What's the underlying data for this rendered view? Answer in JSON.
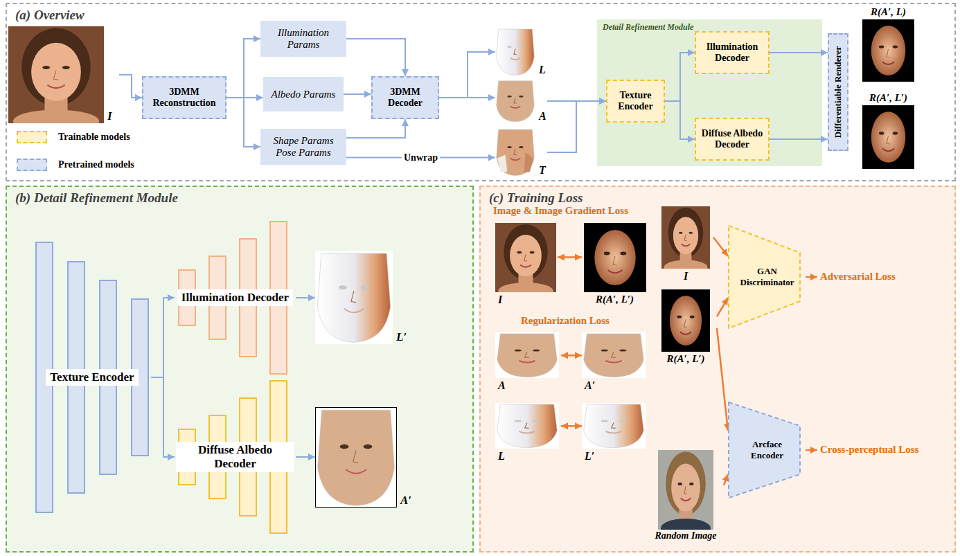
{
  "diagram": {
    "nodes": [
      {
        "text": [
          "(a) Overview"
        ]
      },
      {
        "text": [
          "I"
        ],
        "in": 0
      },
      {
        "text": [
          "3DMM Reconstruction"
        ],
        "in": 0
      },
      {
        "text": [
          "Illumination Params"
        ],
        "in": 0
      },
      {
        "text": [
          "Albedo Params"
        ],
        "in": 0
      },
      {
        "text": [
          "Shape Params Pose Params"
        ],
        "in": 0
      },
      {
        "text": [
          "3DMM Decoder"
        ],
        "in": 0
      },
      {
        "text": [
          "L"
        ],
        "in": 0
      },
      {
        "text": [
          "A"
        ],
        "in": 0
      },
      {
        "text": [
          "T"
        ],
        "in": 0
      },
      {
        "text": [
          "Detail Refinement Module"
        ],
        "in": 0
      },
      {
        "text": [
          "Texture Encoder"
        ],
        "in": 10
      },
      {
        "text": [
          "Illumination Decoder"
        ],
        "in": 10
      },
      {
        "text": [
          "Diffuse Albedo Decoder"
        ],
        "in": 10
      },
      {
        "text": [
          "Differentiable Renderer"
        ],
        "in": 0
      },
      {
        "text": [
          "R(A′, L)"
        ],
        "in": 0
      },
      {
        "text": [
          "R(A′, L′)"
        ],
        "in": 0
      },
      {
        "text": [
          "(b) Detail Refinement Module"
        ]
      },
      {
        "text": [
          "Texture Encoder"
        ],
        "in": 17
      },
      {
        "text": [
          "Illumination Decoder"
        ],
        "in": 17
      },
      {
        "text": [
          "Diffuse Albedo Decoder"
        ],
        "in": 17
      },
      {
        "text": [
          "L′"
        ],
        "in": 17
      },
      {
        "text": [
          "A′"
        ],
        "in": 17
      },
      {
        "text": [
          "(c) Training Loss"
        ]
      },
      {
        "text": [
          "I"
        ],
        "in": 23
      },
      {
        "text": [
          "R(A′, L′)"
        ],
        "in": 23
      },
      {
        "text": [
          "A"
        ],
        "in": 23
      },
      {
        "text": [
          "A′"
        ],
        "in": 23
      },
      {
        "text": [
          "L"
        ],
        "in": 23
      },
      {
        "text": [
          "L′"
        ],
        "in": 23
      },
      {
        "text": [
          "I"
        ],
        "in": 23
      },
      {
        "text": [
          "R(A′, L′)"
        ],
        "in": 23
      },
      {
        "text": [
          "Random Image"
        ],
        "in": 23
      },
      {
        "text": [
          "GAN Discriminator"
        ],
        "in": 23
      },
      {
        "text": [
          "Arcface Encoder"
        ],
        "in": 23
      }
    ],
    "edges": [
      {
        "from": 1,
        "to": 2,
        "arrow": "to"
      },
      {
        "from": 2,
        "to": 3,
        "arrow": "to"
      },
      {
        "from": 2,
        "to": 4,
        "arrow": "to"
      },
      {
        "from": 2,
        "to": 5,
        "arrow": "to"
      },
      {
        "from": 3,
        "to": 6,
        "arrow": "to"
      },
      {
        "from": 4,
        "to": 6,
        "arrow": "to"
      },
      {
        "from": 5,
        "to": 6,
        "arrow": "to"
      },
      {
        "from": 5,
        "to": 9,
        "label": "Unwrap",
        "arrow": "to"
      },
      {
        "from": 6,
        "to": 7,
        "arrow": "to"
      },
      {
        "from": 6,
        "to": 8,
        "arrow": "to"
      },
      {
        "from": 8,
        "to": 11,
        "arrow": "to"
      },
      {
        "from": 9,
        "to": 11,
        "arrow": "to"
      },
      {
        "from": 11,
        "to": 12,
        "arrow": "to"
      },
      {
        "from": 11,
        "to": 13,
        "arrow": "to"
      },
      {
        "from": 12,
        "to": 14,
        "arrow": "to"
      },
      {
        "from": 13,
        "to": 14,
        "arrow": "to"
      },
      {
        "from": 18,
        "to": 19,
        "arrow": "to"
      },
      {
        "from": 18,
        "to": 20,
        "arrow": "to"
      },
      {
        "from": 19,
        "to": 21,
        "arrow": "to"
      },
      {
        "from": 20,
        "to": 22,
        "arrow": "to"
      },
      {
        "from": 24,
        "to": 25,
        "arrow": "both"
      },
      {
        "from": 26,
        "to": 27,
        "arrow": "both"
      },
      {
        "from": 28,
        "to": 29,
        "arrow": "both"
      },
      {
        "from": 30,
        "to": 33,
        "arrow": "to"
      },
      {
        "from": 31,
        "to": 33,
        "arrow": "to"
      },
      {
        "from": 31,
        "to": 34,
        "arrow": "to"
      },
      {
        "from": 32,
        "to": 34,
        "arrow": "to"
      }
    ],
    "labels": [
      "Image & Image Gradient Loss",
      "Regularization Loss",
      "Adversarial Loss",
      "Cross-perceptual Loss"
    ],
    "legend": [
      {
        "text": "Trainable models",
        "color": "#fff2cc"
      },
      {
        "text": "Pretrained models",
        "color": "#dae3f3"
      }
    ]
  }
}
